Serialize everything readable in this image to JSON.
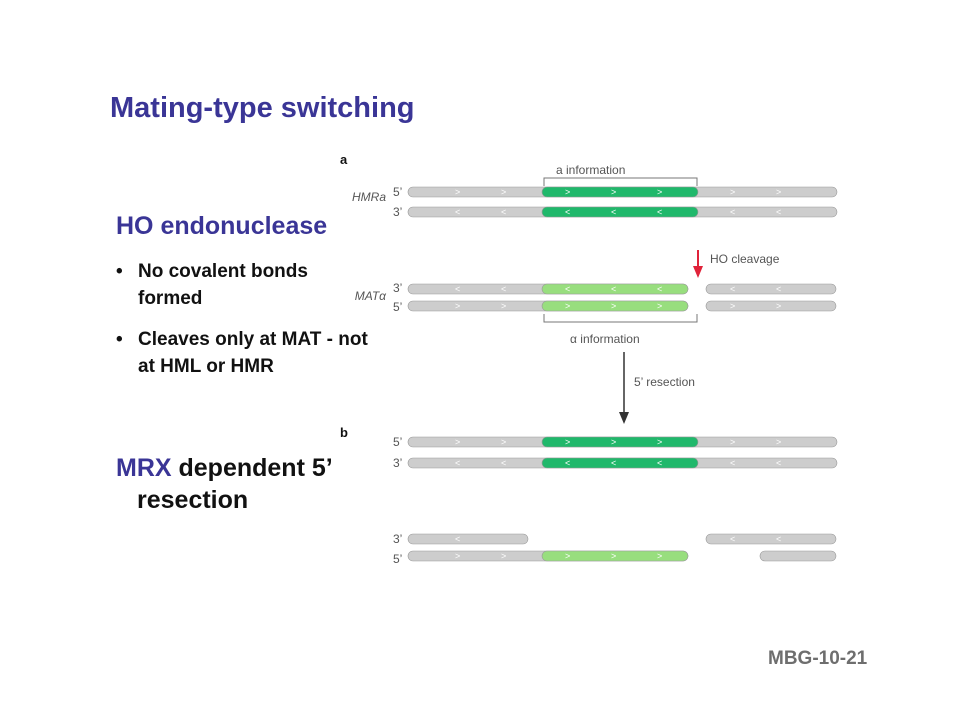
{
  "slide": {
    "title": "Mating-type switching",
    "heading": "HO endonuclease",
    "bullets": [
      "No covalent bonds formed",
      "Cleaves only at MAT - not at HML or HMR"
    ],
    "mrx": {
      "accent": "MRX",
      "line1_rest": " dependent 5’",
      "line2": "resection"
    },
    "footer": "MBG-10-21"
  },
  "figure": {
    "panel_a": "a",
    "panel_b": "b",
    "hmr_label": "HMRa",
    "mat_label": "MATα",
    "a_information": "a  information",
    "alpha_information": "α information",
    "ho_cleavage": "HO cleavage",
    "resection": "5’ resection",
    "end_5": "5’",
    "end_3": "3’",
    "colors": {
      "strand": "#cdcdcd",
      "strand_edge": "#9a9a9a",
      "a_region": "#20b86b",
      "alpha_region": "#98de7e",
      "cleavage_arrow": "#e0233a",
      "title": "#3a3596"
    }
  }
}
